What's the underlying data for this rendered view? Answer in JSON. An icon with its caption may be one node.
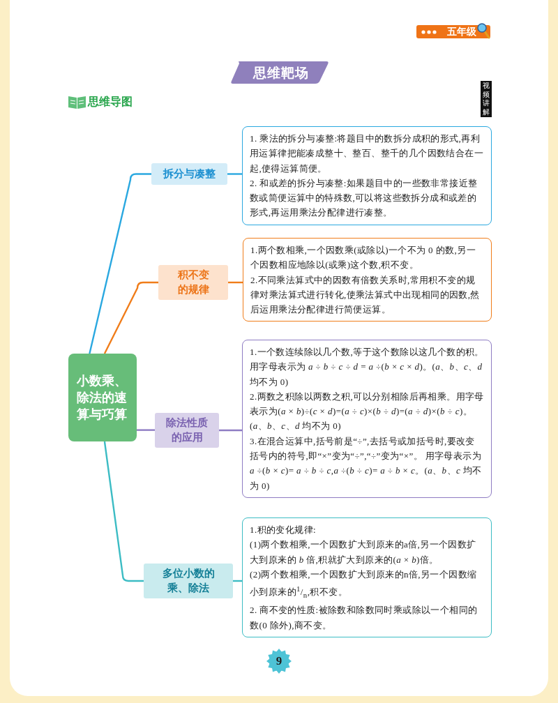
{
  "diagram": {
    "title": "思维靶场",
    "nodes": [
      {
        "text": [
          "小数乘、除法的速算与巧算"
        ]
      },
      {
        "text": [
          "拆分与凑整"
        ]
      },
      {
        "text": [
          "1. 乘法的拆分与凑整:将题目中的数拆分成积的形式,再利用运算律把能凑成整十、整百、整千的几个因数结合在一起,使得运算简便。",
          "2. 和或差的拆分与凑整:如果题目中的一些数非常接近整数或简便运算中的特殊数,可以将这些数拆分成和或差的形式,再运用乘法分配律进行凑整。"
        ]
      },
      {
        "text": [
          "积不变的规律"
        ]
      },
      {
        "text": [
          "1.两个数相乘,一个因数乘(或除以)一个不为 0 的数,另一个因数相应地除以(或乘)这个数,积不变。",
          "2.不同乘法算式中的因数有倍数关系时,常用积不变的规律对乘法算式进行转化,使乘法算式中出现相同的因数,然后运用乘法分配律进行简便运算。"
        ]
      },
      {
        "text": [
          "除法性质的应用"
        ]
      },
      {
        "text": [
          "1.一个数连续除以几个数,等于这个数除以这几个数的积。用字母表示为 *a* ÷ *b* ÷ *c* ÷ *d* = *a* ÷(*b* × *c* × *d*)。(*a*、*b*、*c*、*d* 均不为 0)",
          "2.两数之积除以两数之积,可以分别相除后再相乘。用字母表示为(*a* × *b*)÷(*c* × *d*)=(*a* ÷ *c*)×(*b* ÷ *d*)=(*a* ÷ *d*)×(*b* ÷ *c*)。(*a*、*b*、*c*、*d* 均不为 0)",
          "3.在混合运算中,括号前是“÷”,去括号或加括号时,要改变括号内的符号,即“×”变为“÷”,“÷”变为“×”。 用字母表示为 *a* ÷(*b* × *c*)= *a* ÷ *b* ÷ *c*,*a* ÷(*b* ÷ *c*)= *a* ÷ *b* × *c*。(*a*、*b*、*c* 均不为 0)"
        ]
      },
      {
        "text": [
          "多位小数的乘、除法"
        ]
      },
      {
        "text": [
          "1.积的变化规律:",
          "(1)两个数相乘,一个因数扩大到原来的a倍,另一个因数扩大到原来的 *b* 倍,积就扩大到原来的(*a* × *b*)倍。",
          "(2)两个数相乘,一个因数扩大到原来的n倍,另一个因数缩小到原来的$^{1}$/$_{n}$,积不变。",
          "2. 商不变的性质:被除数和除数同时乘或除以一个相同的数(0 除外),商不变。"
        ]
      }
    ],
    "edges": [
      {
        "from": 0,
        "to": 1,
        "arrow": "none",
        "color": "#2aa8e0"
      },
      {
        "from": 1,
        "to": 2,
        "arrow": "none",
        "color": "#2aa8e0"
      },
      {
        "from": 0,
        "to": 3,
        "arrow": "none",
        "color": "#f07d1a"
      },
      {
        "from": 3,
        "to": 4,
        "arrow": "none",
        "color": "#f07d1a"
      },
      {
        "from": 0,
        "to": 5,
        "arrow": "none",
        "color": "#8e7cc3"
      },
      {
        "from": 5,
        "to": 6,
        "arrow": "none",
        "color": "#8e7cc3"
      },
      {
        "from": 0,
        "to": 7,
        "arrow": "none",
        "color": "#3cbcc4"
      },
      {
        "from": 7,
        "to": 8,
        "arrow": "none",
        "color": "#3cbcc4"
      }
    ],
    "labels": [
      "五年级",
      "思维导图",
      "视频讲解",
      "9"
    ]
  }
}
